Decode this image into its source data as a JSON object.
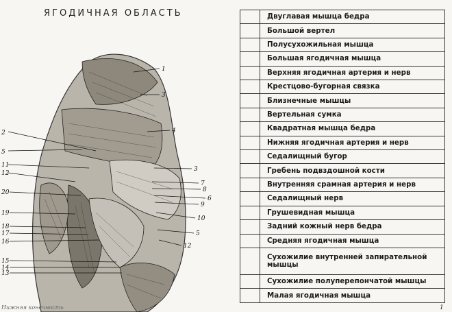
{
  "page": {
    "title": "ЯГОДИЧНАЯ ОБЛАСТЬ",
    "caption": "Нижняя конечность",
    "page_number": "1"
  },
  "figure": {
    "labels_right": [
      "1",
      "3",
      "4",
      "3",
      "7",
      "8",
      "6",
      "9",
      "10",
      "5",
      "12"
    ],
    "labels_left": [
      "2",
      "5",
      "11",
      "12",
      "20",
      "19",
      "18",
      "17",
      "16",
      "15",
      "14",
      "13"
    ]
  },
  "table": {
    "rows": [
      "Двуглавая мышца бедра",
      "Большой вертел",
      "Полусухожильная мышца",
      "Большая ягодичная мышца",
      "Верхняя ягодичная артерия и нерв",
      "Крестцово-бугорная связка",
      "Близнечные мышцы",
      "Вертельная сумка",
      "Квадратная мышца бедра",
      "Нижняя ягодичная артерия и нерв",
      "Седалищный бугор",
      "Гребень подвздошной кости",
      "Внутренняя срамная артерия и нерв",
      "Седалищный нерв",
      "Грушевидная мышца",
      "Задний кожный нерв бедра",
      "Средняя ягодичная мышца",
      "Сухожилие внутренней запирательной мышцы",
      "Сухожилие полуперепончатой мышцы",
      "Малая ягодичная мышца"
    ]
  }
}
